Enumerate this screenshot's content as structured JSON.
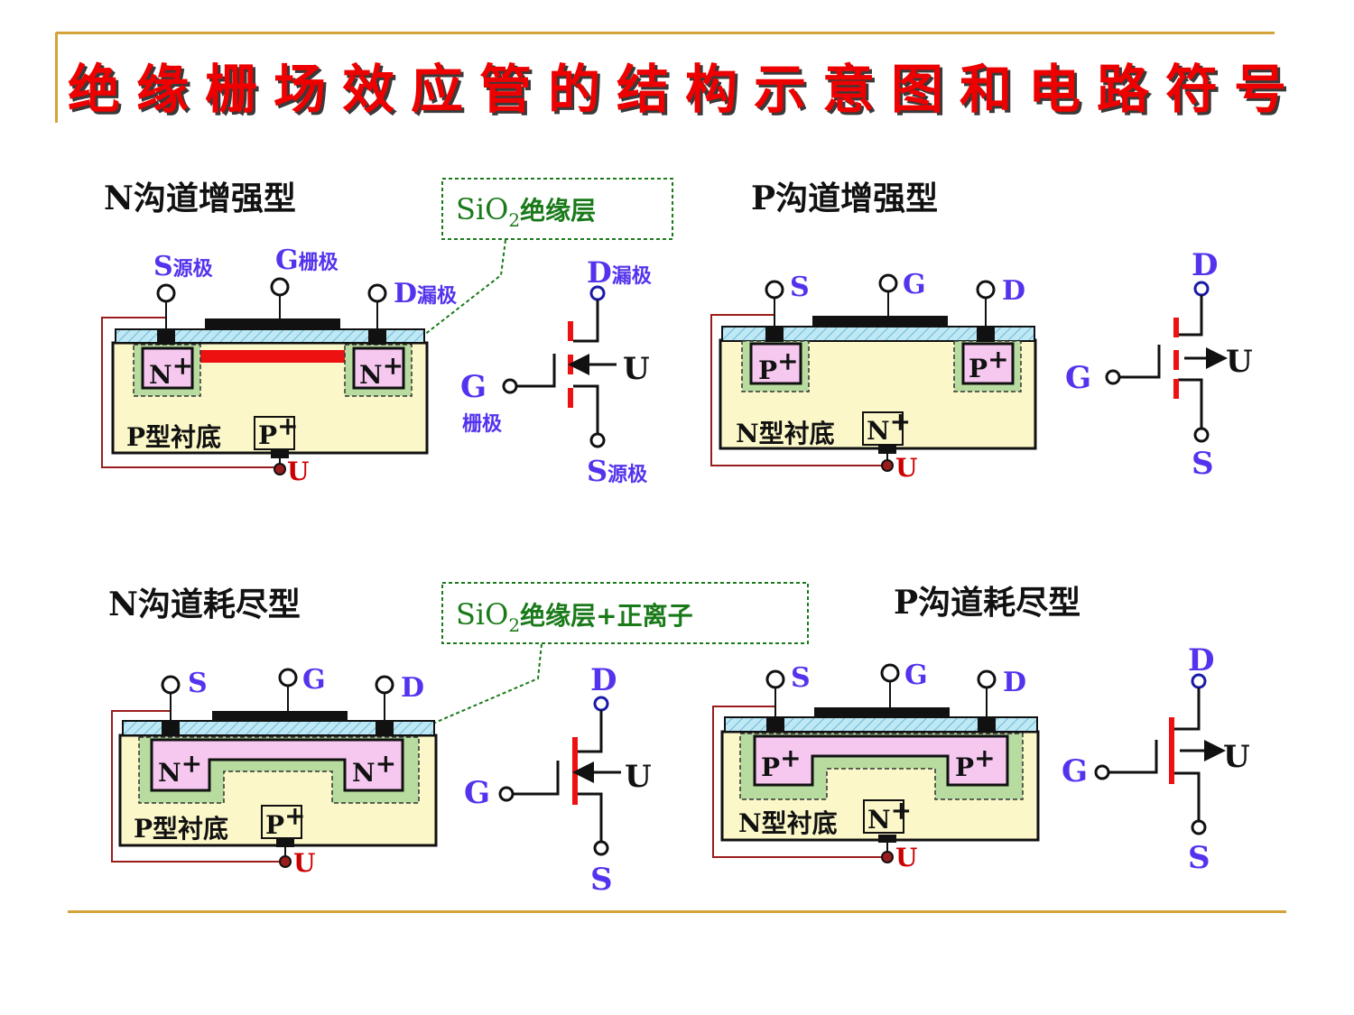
{
  "title": "绝缘栅场效应管的结构示意图和电路符号",
  "panels": {
    "n_enh": {
      "heading": "N沟道增强型",
      "s": "S",
      "s_cn": "源极",
      "g": "G",
      "g_cn": "栅极",
      "d": "D",
      "d_cn": "漏极",
      "region_left": "N",
      "region_right": "N",
      "plus": "+",
      "substrate": "P型衬底",
      "sub_contact": "P",
      "u": "U",
      "callout": {
        "text": "SiO",
        "sub": "2",
        "suffix": "绝缘层"
      },
      "sym": {
        "d": "D",
        "d_cn": "漏极",
        "g": "G",
        "g_cn": "栅极",
        "s": "S",
        "s_cn": "源极",
        "u": "U"
      }
    },
    "p_enh": {
      "heading": "P沟道增强型",
      "s": "S",
      "g": "G",
      "d": "D",
      "region_left": "P",
      "region_right": "P",
      "plus": "+",
      "substrate": "N型衬底",
      "sub_contact": "N",
      "u": "U",
      "sym": {
        "d": "D",
        "g": "G",
        "s": "S",
        "u": "U"
      }
    },
    "n_dep": {
      "heading": "N沟道耗尽型",
      "s": "S",
      "g": "G",
      "d": "D",
      "region_left": "N",
      "region_right": "N",
      "plus": "+",
      "substrate": "P型衬底",
      "sub_contact": "P",
      "u": "U",
      "callout": {
        "text": "SiO",
        "sub": "2",
        "suffix": "绝缘层+正离子"
      },
      "sym": {
        "d": "D",
        "g": "G",
        "s": "S",
        "u": "U"
      }
    },
    "p_dep": {
      "heading": "P沟道耗尽型",
      "s": "S",
      "g": "G",
      "d": "D",
      "region_left": "P",
      "region_right": "P",
      "plus": "+",
      "substrate": "N型衬底",
      "sub_contact": "N",
      "u": "U",
      "sym": {
        "d": "D",
        "g": "G",
        "s": "S",
        "u": "U"
      }
    }
  },
  "colors": {
    "title_red": "#ee0000",
    "label_purple": "#5533ee",
    "substrate_fill": "#fbf7c8",
    "region_fill": "#f6c8f0",
    "depletion_green": "#b8dca0",
    "channel_red": "#ee1111",
    "oxide_cyan": "#bde8f4",
    "frame_gold": "#d4a33a",
    "wire_darkred": "#9b1c1c"
  }
}
